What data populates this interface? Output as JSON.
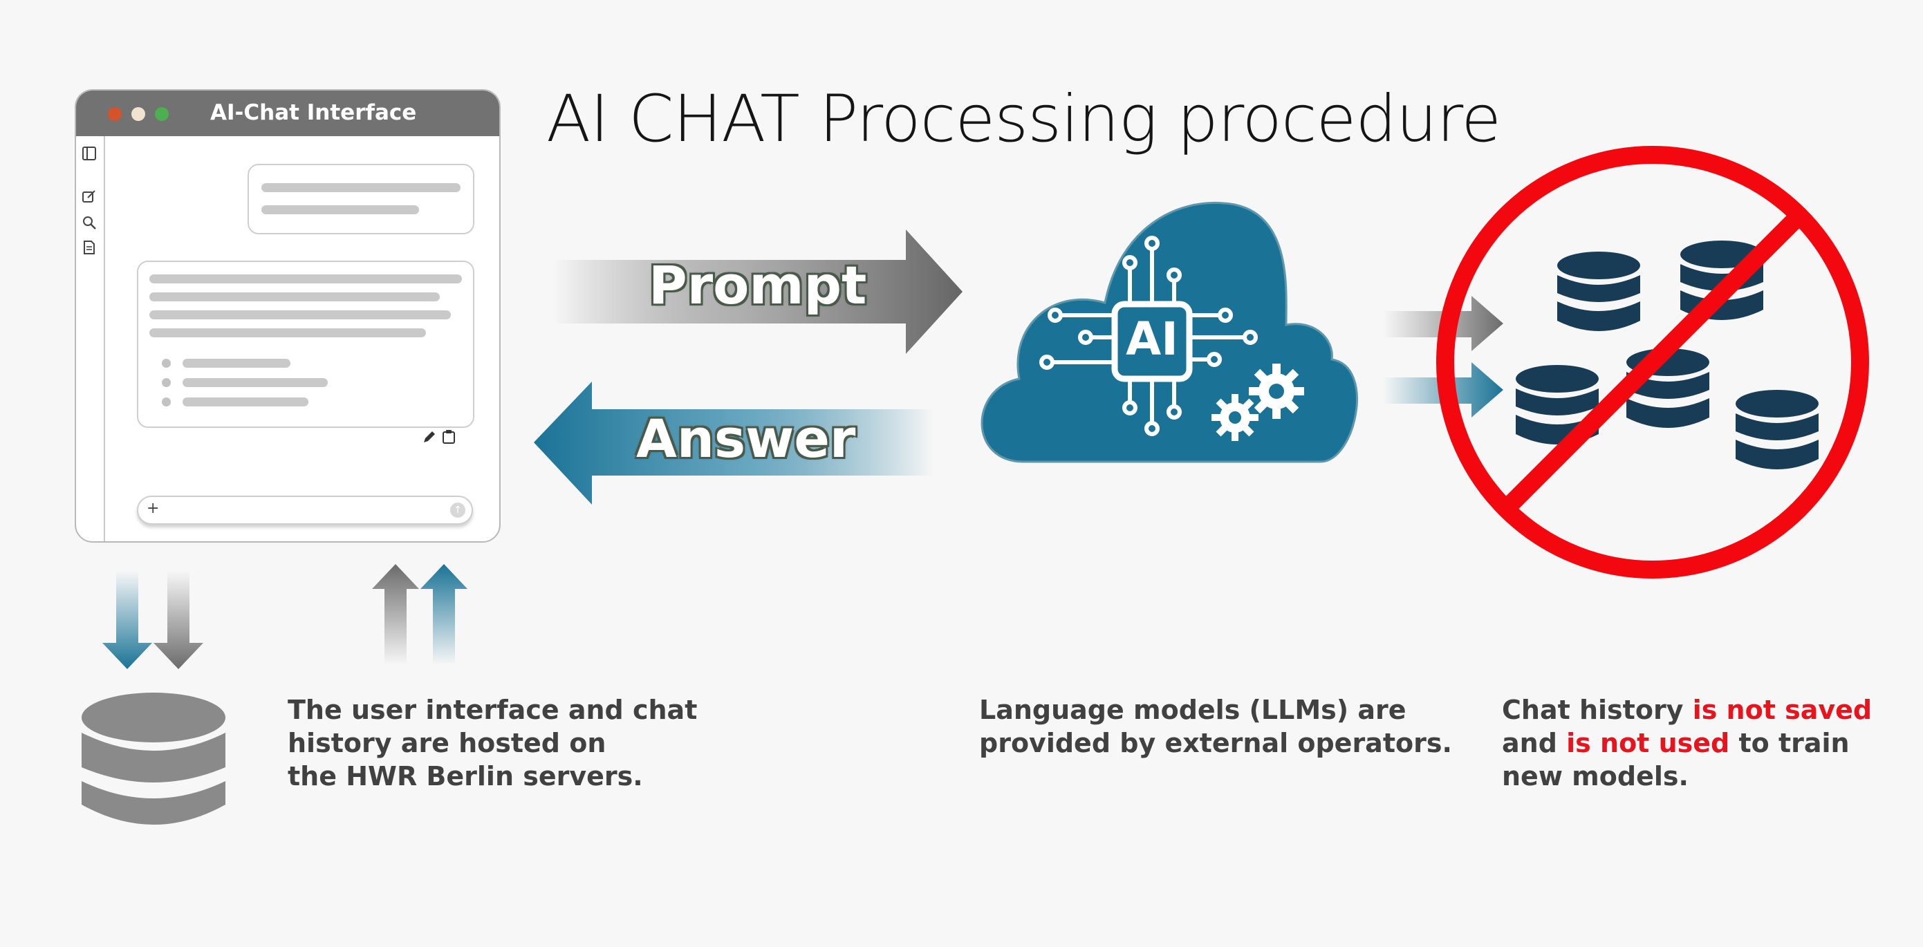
{
  "title": "AI CHAT Processing procedure",
  "chat_window": {
    "title": "AI-Chat Interface",
    "dot_colors": [
      "#d3532a",
      "#f0e4cf",
      "#4caf50"
    ],
    "input_plus": "+"
  },
  "arrows": {
    "prompt": "Prompt",
    "answer": "Answer"
  },
  "cloud": {
    "label": "AI",
    "color": "#1a7396"
  },
  "captions": {
    "ui": [
      "The user interface and chat",
      "history are hosted on",
      "the HWR Berlin servers."
    ],
    "llm": [
      "Language models (LLMs) are",
      "provided by external operators."
    ],
    "history_a": "Chat history ",
    "history_b": "is not saved",
    "history_c": "and ",
    "history_d": "is not used",
    "history_e": " to train",
    "history_f": "new models."
  },
  "colors": {
    "grey_arrow": "#707070",
    "blue_arrow": "#1a7396",
    "database_grey": "#8a8a8a",
    "database_navy": "#183c55",
    "prohibit_red": "#f2080e"
  }
}
